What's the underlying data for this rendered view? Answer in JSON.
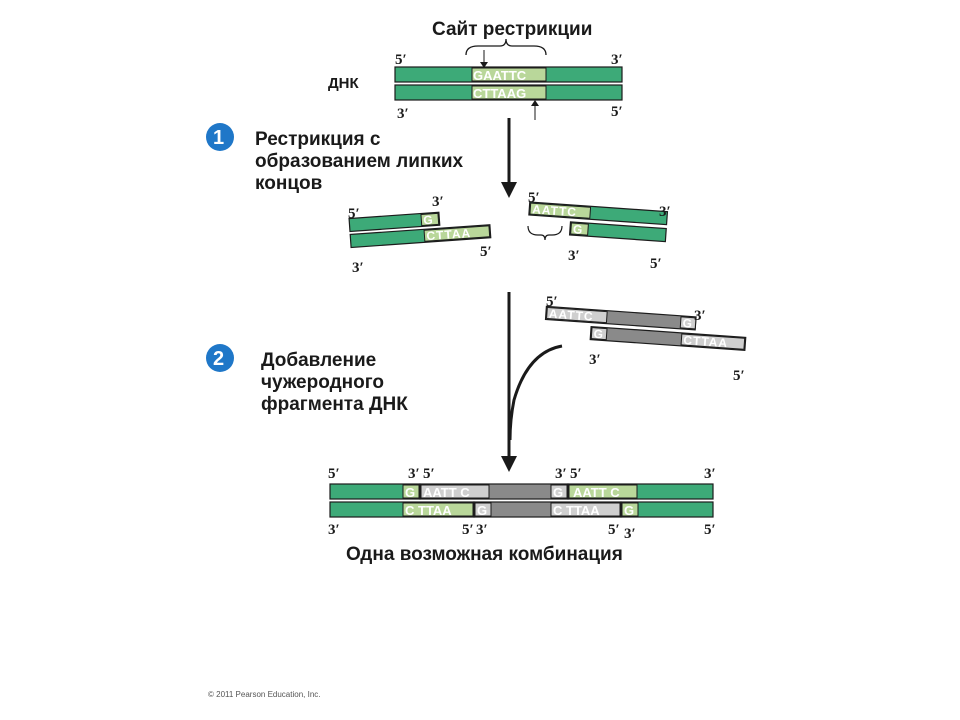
{
  "title": "Сайт рестрикции",
  "dna_label": "ДНК",
  "site_top": "GAATTC",
  "site_bottom": "CTTAAG",
  "step1_number": "1",
  "step1_text": [
    "Рестрикция с",
    "образованием липких",
    "концов"
  ],
  "step2_number": "2",
  "step2_text": [
    "Добавление",
    "чужеродного",
    "фрагмента ДНК"
  ],
  "frag_g": "G",
  "frag_cttaa": "CTTAA",
  "frag_aattc": "AATTC",
  "combo_aatt_c": "AATT C",
  "combo_c_ttaa": "C TTAA",
  "combo_g": "G",
  "combo_c": "C",
  "caption": "Одна возможная комбинация",
  "end_5": "5′",
  "end_3": "3′",
  "copyright": "© 2011 Pearson Education, Inc.",
  "colors": {
    "dna": "#3daa78",
    "sticky": "#b9d79a",
    "foreign": "#8a8a8a",
    "foreign_sticky": "#cfcfcf",
    "step_badge": "#1f77c8"
  }
}
